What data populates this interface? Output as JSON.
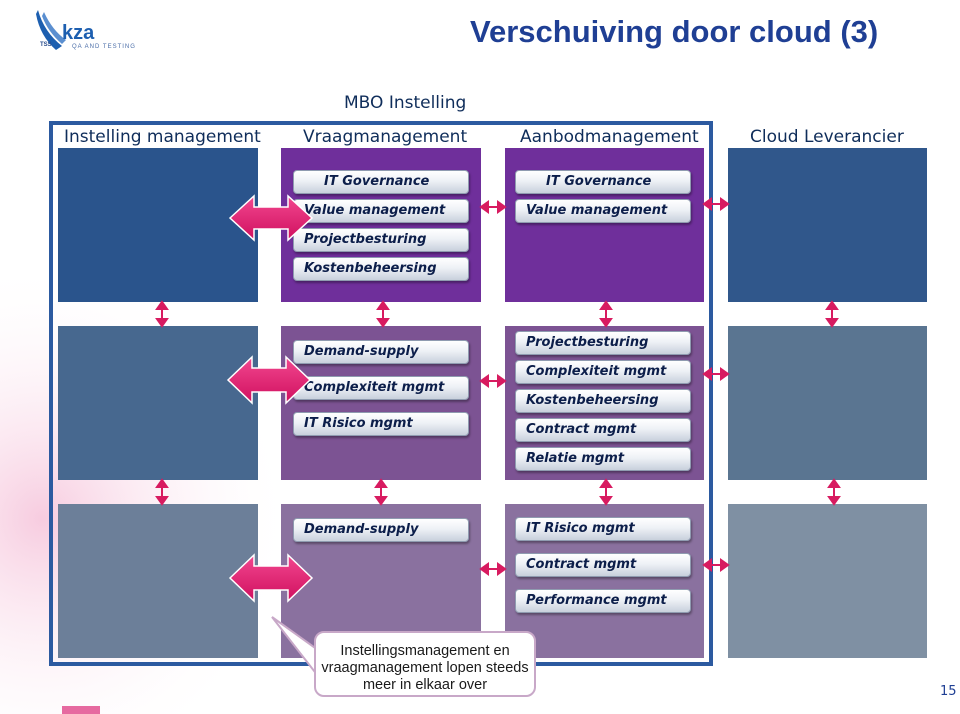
{
  "slide": {
    "title": "Verschuiving door cloud (3)",
    "page_number": "15"
  },
  "logo": {
    "brand": "kza",
    "tagline": "QA AND TESTING",
    "mark": "TSS"
  },
  "diagram": {
    "outer_label": "MBO Instelling",
    "columns": [
      "Instelling management",
      "Vraagmanagement",
      "Aanbodmanagement",
      "Cloud Leverancier"
    ],
    "rows": [
      {
        "vraag": [
          "IT Governance",
          "Value management",
          "Projectbesturing",
          "Kostenbeheersing"
        ],
        "aanbod": [
          "IT Governance",
          "Value management"
        ]
      },
      {
        "vraag": [
          "Demand-supply",
          "Complexiteit mgmt",
          "IT Risico mgmt"
        ],
        "aanbod": [
          "Projectbesturing",
          "Complexiteit mgmt",
          "Kostenbeheersing",
          "Contract mgmt",
          "Relatie mgmt"
        ]
      },
      {
        "vraag": [
          "Demand-supply"
        ],
        "aanbod": [
          "IT Risico mgmt",
          "Contract mgmt",
          "Performance mgmt"
        ]
      }
    ],
    "callout": "Instellingsmanagement en vraagmanagement lopen steeds meer in elkaar over"
  },
  "colors": {
    "title": "#1f3f94",
    "frame": "#2c5aa0",
    "arrow": "#d81b60",
    "big_arrow": "#e0136f"
  }
}
